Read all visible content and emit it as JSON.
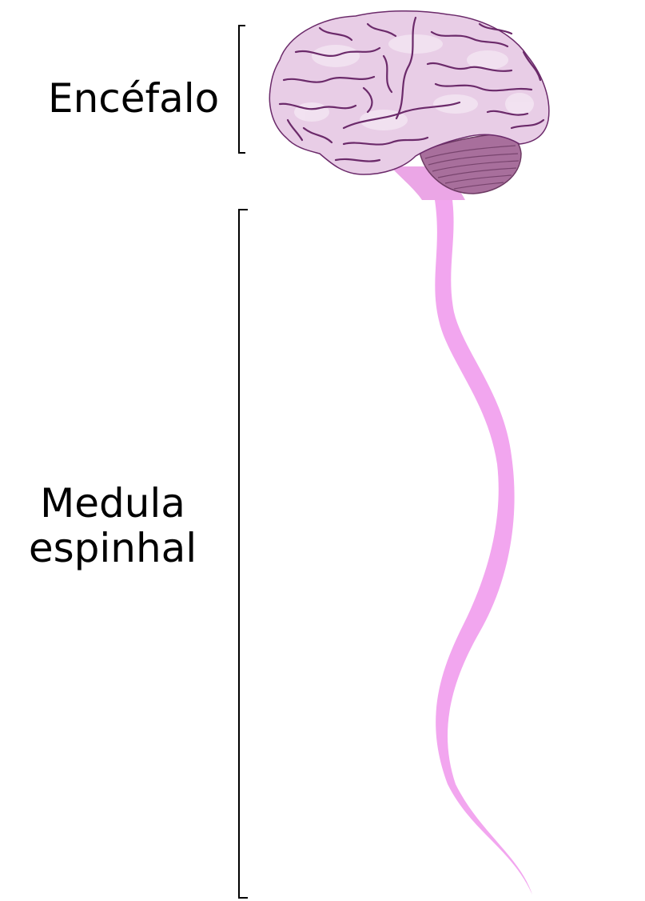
{
  "labels": {
    "encephalon": "Encéfalo",
    "spinal_cord_line1": "Medula",
    "spinal_cord_line2": "espinhal"
  },
  "colors": {
    "background": "#ffffff",
    "bracket": "#000000",
    "text": "#000000",
    "cerebrum_fill": "#e8cde6",
    "cerebrum_light": "#f3e4f2",
    "cerebrum_sulci": "#6b2a6a",
    "cerebellum_fill": "#a86f9c",
    "cerebellum_lines": "#6d3a63",
    "brainstem_fill": "#eba6e6",
    "spinal_cord_fill": "#f2a6ef"
  }
}
